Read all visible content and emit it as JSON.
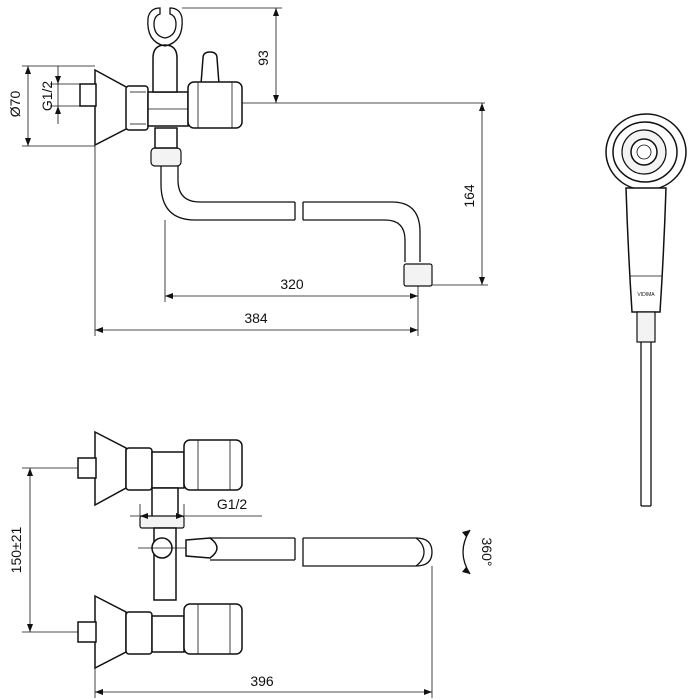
{
  "dimensions": {
    "height_handset_holder": "93",
    "wall_plate_diameter": "Ø70",
    "inlet_thread_top": "G1/2",
    "spout_height": "164",
    "spout_reach": "320",
    "overall_length_top": "384",
    "inlet_thread_bottom": "G1/2",
    "center_distance": "150±21",
    "rotation": "360°",
    "overall_length_bottom": "396"
  },
  "marks": {
    "handset_brand": "VIDIMA"
  }
}
